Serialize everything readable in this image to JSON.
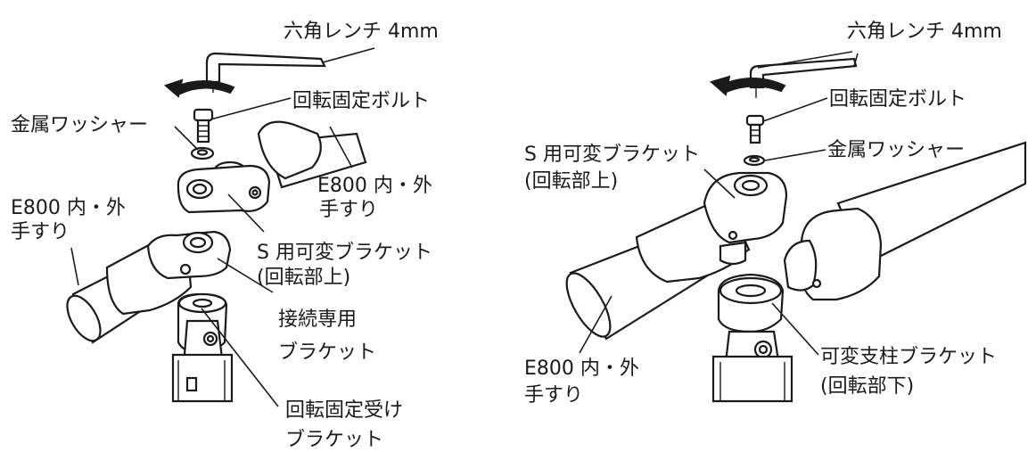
{
  "left": {
    "hex_wrench": "六角レンチ 4mm",
    "rotation_bolt": "回転固定ボルト",
    "metal_washer": "金属ワッシャー",
    "handrail_right_line1": "E800 内・外",
    "handrail_right_line2": "手すり",
    "handrail_left_line1": "E800 内・外",
    "handrail_left_line2": "手すり",
    "s_bracket_line1": "S 用可変ブラケット",
    "s_bracket_line2": "(回転部上)",
    "connection_bracket_line1": "接続専用",
    "connection_bracket_line2": "ブラケット",
    "receiving_bracket_line1": "回転固定受け",
    "receiving_bracket_line2": "ブラケット"
  },
  "right": {
    "hex_wrench": "六角レンチ 4mm",
    "rotation_bolt": "回転固定ボルト",
    "metal_washer": "金属ワッシャー",
    "s_bracket_line1": "S 用可変ブラケット",
    "s_bracket_line2": "(回転部上)",
    "handrail_line1": "E800 内・外",
    "handrail_line2": "手すり",
    "post_bracket_line1": "可変支柱ブラケット",
    "post_bracket_line2": "(回転部下)"
  }
}
